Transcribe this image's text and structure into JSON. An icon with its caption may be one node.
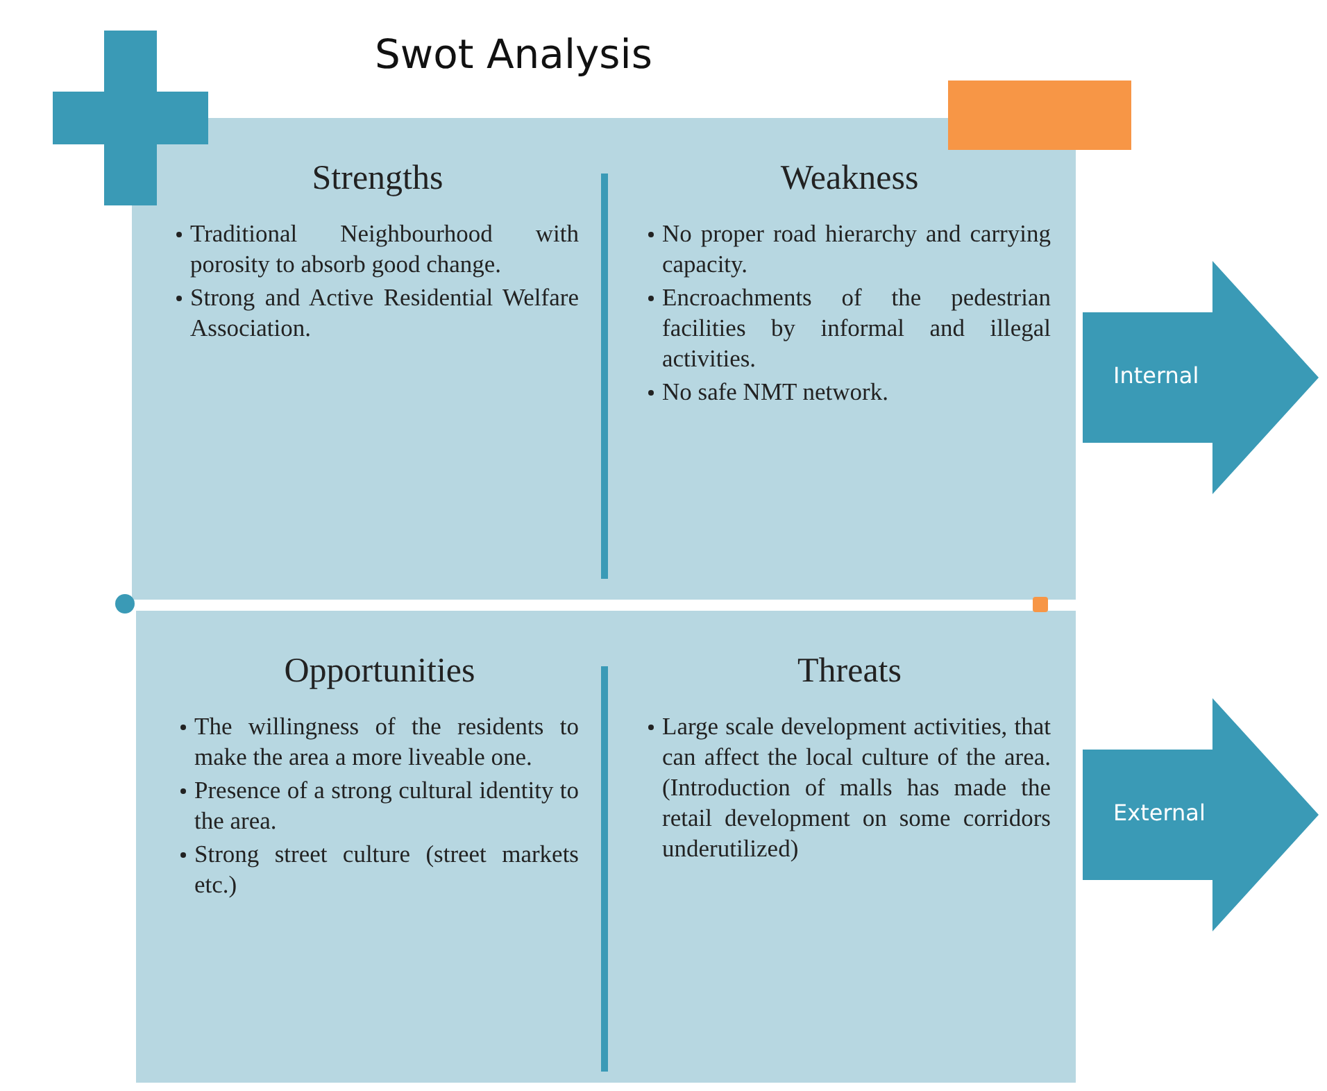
{
  "diagram": {
    "title": "Swot Analysis",
    "nodes": [
      {
        "text": [
          "Strengths",
          "Traditional Neighbourhood with porosity to absorb good change.",
          "Strong and Active Residential Welfare Association."
        ]
      },
      {
        "text": [
          "Weakness",
          "No proper road hierarchy and carrying capacity.",
          "Encroachments of the pedestrian facilities by informal and illegal activities.",
          "No safe NMT network."
        ]
      },
      {
        "text": [
          "Opportunities",
          "The willingness of the residents to make the area a more liveable one.",
          "Presence of a strong cultural identity to the area.",
          "Strong street culture (street markets etc.)"
        ]
      },
      {
        "text": [
          "Threats",
          "Large scale development activities, that can affect the local culture of the area. (Introduction of malls has made the retail development on some corridors underutilized)"
        ]
      },
      {
        "text": [
          "Internal"
        ]
      },
      {
        "text": [
          "External"
        ]
      }
    ],
    "edges": []
  }
}
